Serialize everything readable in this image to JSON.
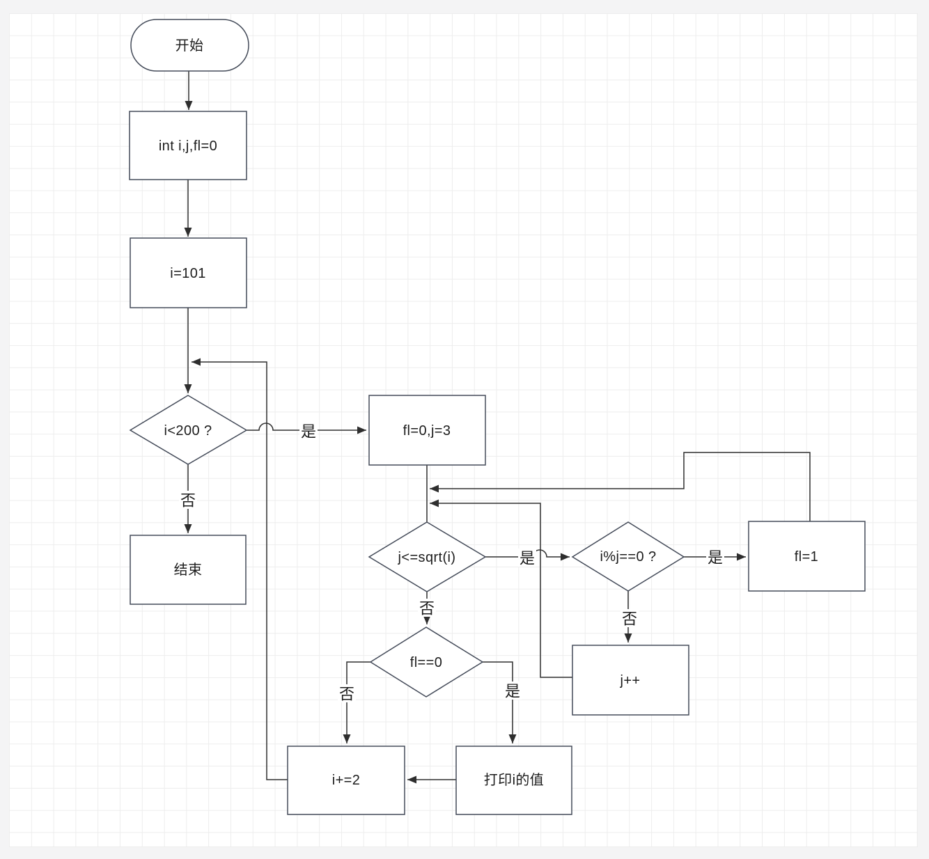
{
  "nodes": {
    "start": {
      "label": "开始",
      "type": "terminator"
    },
    "declare": {
      "label": "int i,j,fl=0",
      "type": "process"
    },
    "init": {
      "label": "i=101",
      "type": "process"
    },
    "cond_i": {
      "label": "i<200 ?",
      "type": "decision"
    },
    "end": {
      "label": "结束",
      "type": "process"
    },
    "reset": {
      "label": "fl=0,j=3",
      "type": "process"
    },
    "cond_sqrt": {
      "label": "j<=sqrt(i)",
      "type": "decision"
    },
    "cond_mod": {
      "label": "i%j==0 ?",
      "type": "decision"
    },
    "set_flag": {
      "label": "fl=1",
      "type": "process"
    },
    "inc_j": {
      "label": "j++",
      "type": "process"
    },
    "cond_flag": {
      "label": "fl==0",
      "type": "decision"
    },
    "inc_i": {
      "label": "i+=2",
      "type": "process"
    },
    "print": {
      "label": "打印i的值",
      "type": "process"
    }
  },
  "edge_labels": {
    "yes_i": "是",
    "no_i": "否",
    "yes_sqrt": "是",
    "no_sqrt": "否",
    "yes_mod": "是",
    "no_mod": "否",
    "yes_flag": "是",
    "no_flag": "否"
  },
  "colors": {
    "line": "#2e2e2e",
    "shape-border": "#434a58",
    "shape-fill": "#ffffff",
    "grid-line": "#ededed",
    "canvas-margin": "#f4f4f5",
    "text": "#1c1c1c"
  }
}
